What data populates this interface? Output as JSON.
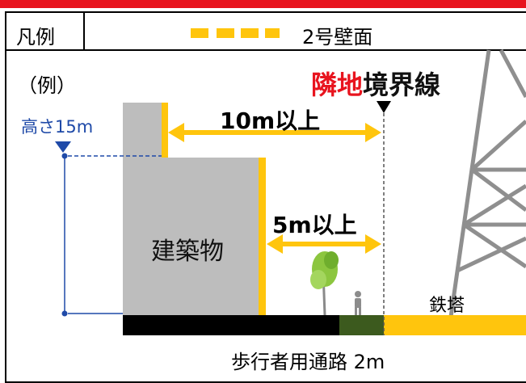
{
  "legend": {
    "label": "凡例",
    "swatch_color": "#ffc50d",
    "wall_label": "2号壁面"
  },
  "example_label": "（例）",
  "height": {
    "label": "高さ15m",
    "color": "#1f4aa8"
  },
  "boundary": {
    "title_red": "隣地",
    "title_black": "境界線"
  },
  "distances": {
    "upper": "10m以上",
    "lower": "5m以上"
  },
  "building": {
    "label": "建築物",
    "color": "#bdbdbd"
  },
  "tower": {
    "label": "鉄塔"
  },
  "walkway": {
    "label": "歩行者用通路  2m"
  },
  "colors": {
    "accent_yellow": "#ffc50d",
    "red": "#e8141e",
    "green": "#3c5a1e",
    "black": "#000000"
  }
}
